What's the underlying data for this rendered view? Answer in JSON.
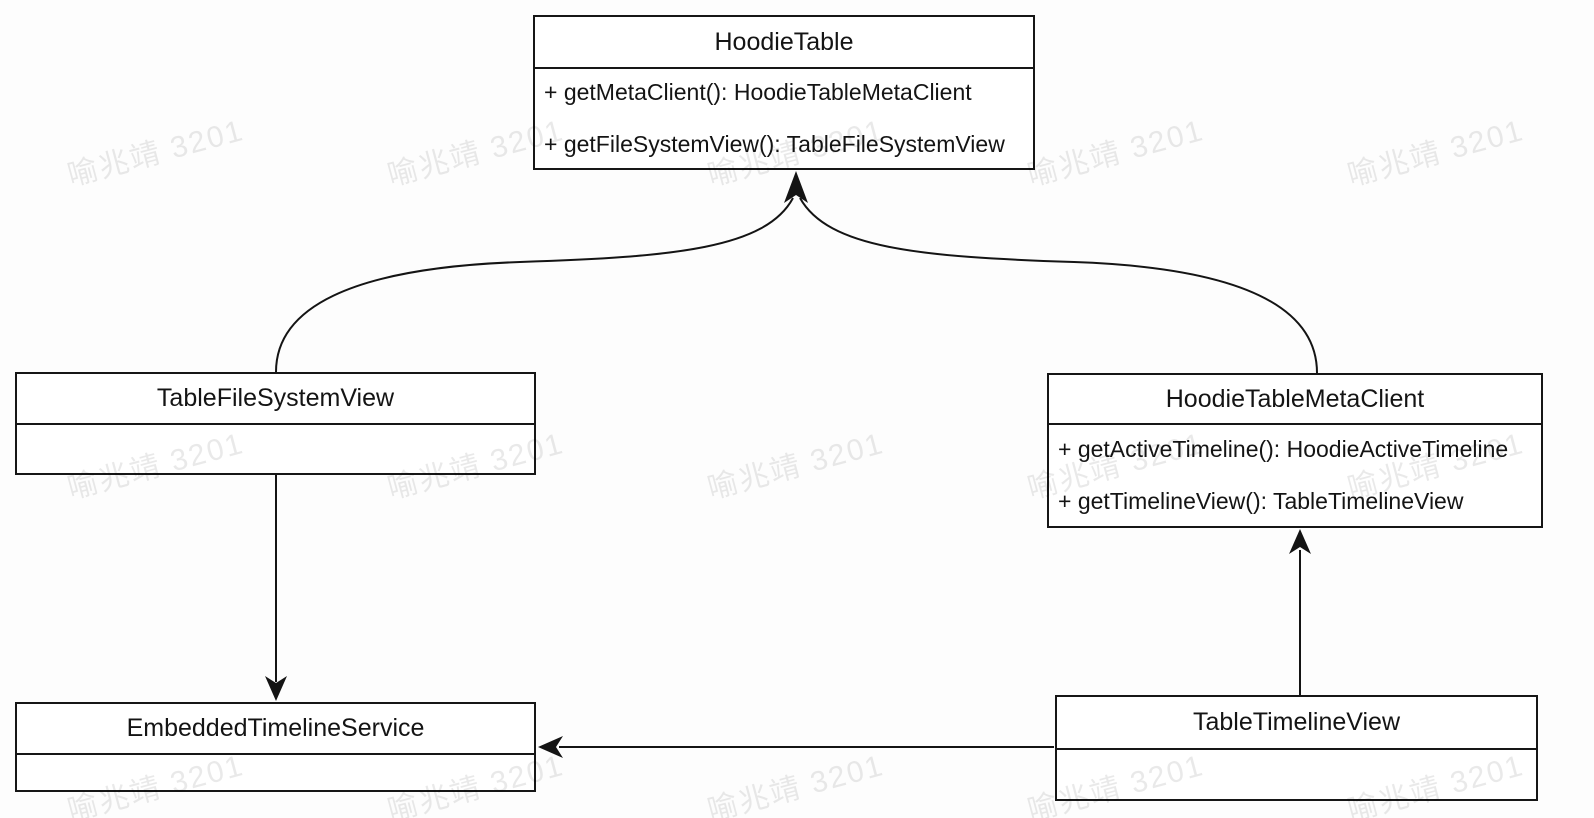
{
  "watermark": {
    "text": "喻兆靖 3201"
  },
  "diagram": {
    "type": "uml-class-diagram",
    "classes": [
      {
        "name": "HoodieTable",
        "methods": [
          "+ getMetaClient(): HoodieTableMetaClient",
          "+ getFileSystemView(): TableFileSystemView"
        ]
      },
      {
        "name": "TableFileSystemView",
        "methods": []
      },
      {
        "name": "HoodieTableMetaClient",
        "methods": [
          "+ getActiveTimeline(): HoodieActiveTimeline",
          "+ getTimelineView(): TableTimelineView"
        ]
      },
      {
        "name": "EmbeddedTimelineService",
        "methods": []
      },
      {
        "name": "TableTimelineView",
        "methods": []
      }
    ],
    "relations": [
      {
        "from": "TableFileSystemView",
        "to": "HoodieTable",
        "style": "curved-arrow"
      },
      {
        "from": "HoodieTableMetaClient",
        "to": "HoodieTable",
        "style": "curved-arrow"
      },
      {
        "from": "TableFileSystemView",
        "to": "EmbeddedTimelineService",
        "style": "straight-arrow"
      },
      {
        "from": "TableTimelineView",
        "to": "HoodieTableMetaClient",
        "style": "straight-arrow"
      },
      {
        "from": "TableTimelineView",
        "to": "EmbeddedTimelineService",
        "style": "straight-arrow"
      }
    ],
    "line_color": "#141414"
  }
}
